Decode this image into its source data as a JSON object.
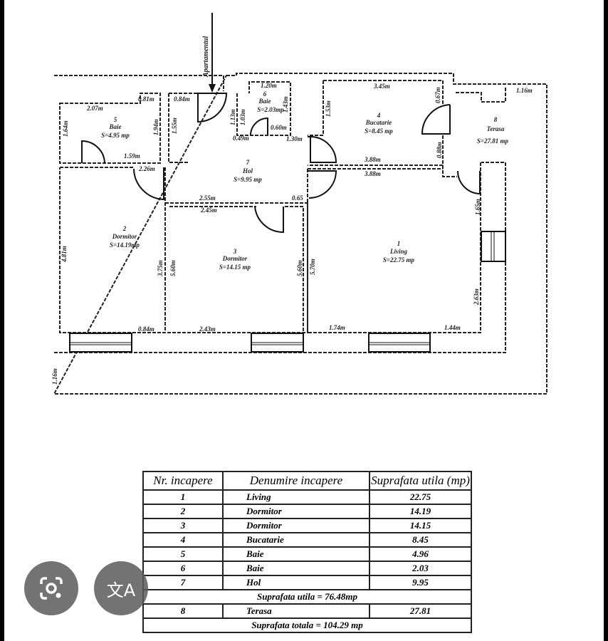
{
  "plan": {
    "entrance_label": "Apartamentul",
    "rooms": [
      {
        "nr": "1",
        "name": "Living",
        "area": "S=22.75 mp"
      },
      {
        "nr": "2",
        "name": "Dormitor",
        "area": "S=14.19mp"
      },
      {
        "nr": "3",
        "name": "Dormitor",
        "area": "S=14.15 mp"
      },
      {
        "nr": "4",
        "name": "Bucatarie",
        "area": "S=8.45 mp"
      },
      {
        "nr": "5",
        "name": "Baie",
        "area": "S=4.95 mp"
      },
      {
        "nr": "6",
        "name": "Baie",
        "area": "S=2.03mp"
      },
      {
        "nr": "7",
        "name": "Hol",
        "area": "S=9.95 mp"
      },
      {
        "nr": "8",
        "name": "Terasa",
        "area": "S=27.81 mp"
      }
    ],
    "dimensions": [
      "0.81m",
      "2.07m",
      "1.64m",
      "1.94m",
      "1.59m",
      "0.84m",
      "1.55m",
      "1.20m",
      "1.13m",
      "1.03m",
      "1.43m",
      "0.60m",
      "0.49m",
      "1.30m",
      "3.45m",
      "1.53m",
      "0.67m",
      "3.88m",
      "0.88m",
      "3.88m",
      "1.16m",
      "2.26m",
      "2.55m",
      "0.65",
      "2.45m",
      "4.81m",
      "3.75m",
      "5.60m",
      "5.60m",
      "5.70m",
      "1.65m",
      "2.63m",
      "0.84m",
      "2.43m",
      "1.74m",
      "1.44m",
      "1.16m"
    ]
  },
  "table": {
    "headers": [
      "Nr. incapere",
      "Denumire incapere",
      "Suprafata utila (mp)"
    ],
    "rows": [
      [
        "1",
        "Living",
        "22.75"
      ],
      [
        "2",
        "Dormitor",
        "14.19"
      ],
      [
        "3",
        "Dormitor",
        "14.15"
      ],
      [
        "4",
        "Bucatarie",
        "8.45"
      ],
      [
        "5",
        "Baie",
        "4.96"
      ],
      [
        "6",
        "Baie",
        "2.03"
      ],
      [
        "7",
        "Hol",
        "9.95"
      ]
    ],
    "useful_total": "Suprafata utila = 76.48mp",
    "terrace_row": [
      "8",
      "Terasa",
      "27.81"
    ],
    "grand_total": "Suprafata totala = 104.29 mp"
  },
  "buttons": {
    "lens_icon": "lens-camera-icon",
    "translate_icon": "translate-icon",
    "translate_glyph": "文A"
  }
}
